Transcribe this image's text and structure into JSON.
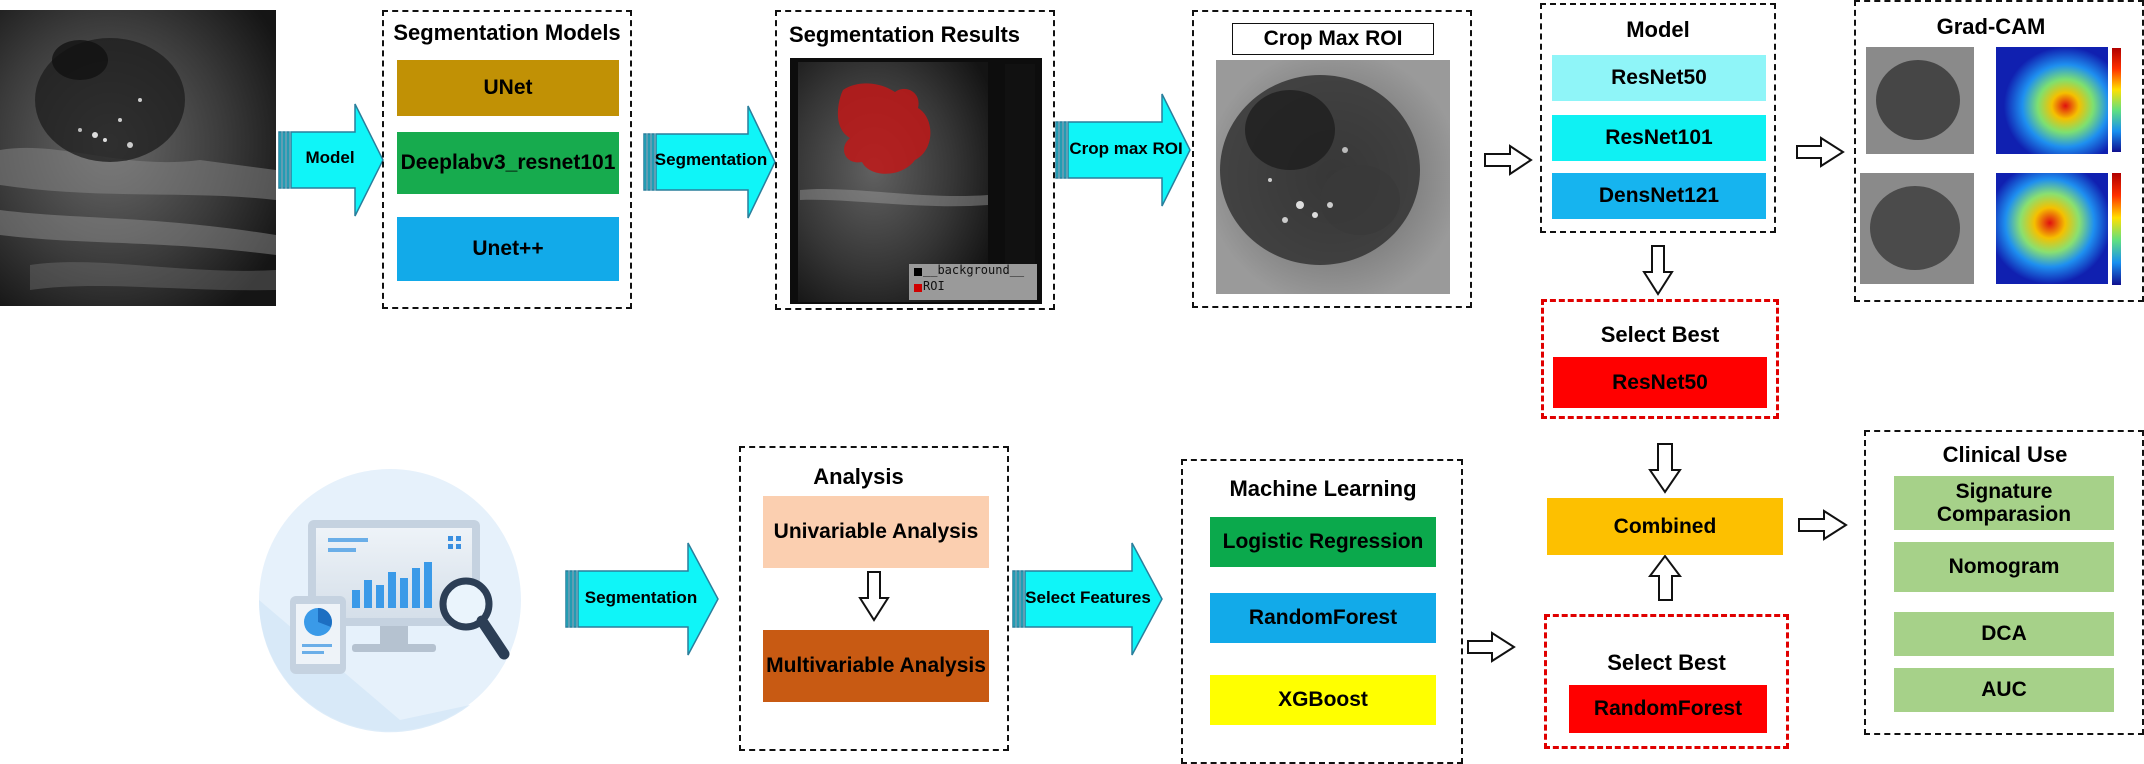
{
  "colors": {
    "unet": "#c19105",
    "deeplab": "#17ab4e",
    "unetpp": "#12aae9",
    "resnet50": "#8ff5f8",
    "resnet101": "#0ff1f3",
    "densenet121": "#16b4ef",
    "best": "#ff0000",
    "combined": "#fdc000",
    "clinical": "#a6d189",
    "univar": "#fbcfb0",
    "multivar": "#c85a13",
    "logreg": "#0ba94c",
    "randomforest": "#12aae9",
    "xgboost": "#ffff00",
    "arrow_fill": "#0ff5f8",
    "dash_red": "#e00000"
  },
  "arrows": {
    "model": "Model",
    "segmentation_top": "Segmentation",
    "crop": "Crop max ROI",
    "segmentation_bottom": "Segmentation",
    "select_features": "Select Features"
  },
  "seg_models": {
    "title": "Segmentation Models",
    "items": [
      "UNet",
      "Deeplabv3_resnet101",
      "Unet++"
    ]
  },
  "seg_results": {
    "title": "Segmentation Results",
    "legend": [
      "__background__",
      "ROI"
    ]
  },
  "crop": {
    "title": "Crop Max ROI"
  },
  "model": {
    "title": "Model",
    "items": [
      "ResNet50",
      "ResNet101",
      "DensNet121"
    ]
  },
  "gradcam": {
    "title": "Grad-CAM"
  },
  "select_best_top": {
    "title": "Select Best",
    "value": "ResNet50"
  },
  "combined": "Combined",
  "select_best_bottom": {
    "title": "Select Best",
    "value": "RandomForest"
  },
  "clinical": {
    "title": "Clinical Use",
    "items": [
      "Signature Comparasion",
      "Nomogram",
      "DCA",
      "AUC"
    ]
  },
  "analysis": {
    "title": "Analysis",
    "items": [
      "Univariable Analysis",
      "Multivariable Analysis"
    ]
  },
  "ml": {
    "title": "Machine Learning",
    "items": [
      "Logistic Regression",
      "RandomForest",
      "XGBoost"
    ]
  }
}
